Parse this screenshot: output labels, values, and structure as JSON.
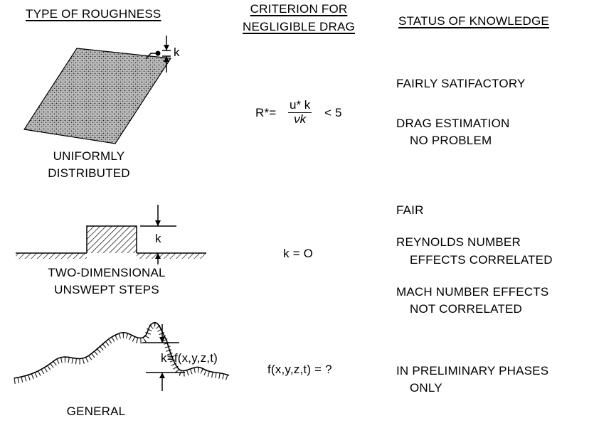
{
  "headers": {
    "type": "TYPE OF ROUGHNESS",
    "criterion_line1": "CRITERION FOR",
    "criterion_line2": "NEGLIGIBLE DRAG",
    "status": "STATUS OF KNOWLEDGE"
  },
  "rows": [
    {
      "type_line1": "UNIFORMLY",
      "type_line2": "DISTRIBUTED",
      "dim_label": "k",
      "criterion_lhs": "R*=",
      "criterion_num": "u* k",
      "criterion_den": "νk",
      "criterion_rhs": "< 5",
      "status_1": "FAIRLY SATIFACTORY",
      "status_2a": "DRAG ESTIMATION",
      "status_2b": "NO PROBLEM"
    },
    {
      "type_line1": "TWO-DIMENSIONAL",
      "type_line2": "UNSWEPT STEPS",
      "dim_label": "k",
      "criterion": "k = O",
      "status_1": "FAIR",
      "status_2a": "REYNOLDS NUMBER",
      "status_2b": "EFFECTS CORRELATED",
      "status_3a": "MACH NUMBER EFFECTS",
      "status_3b": "NOT CORRELATED"
    },
    {
      "type_line1": "GENERAL",
      "dim_label": "k=f(x,y,z,t)",
      "criterion": "f(x,y,z,t) = ?",
      "status_1a": "IN PRELIMINARY PHASES",
      "status_1b": "ONLY"
    }
  ]
}
